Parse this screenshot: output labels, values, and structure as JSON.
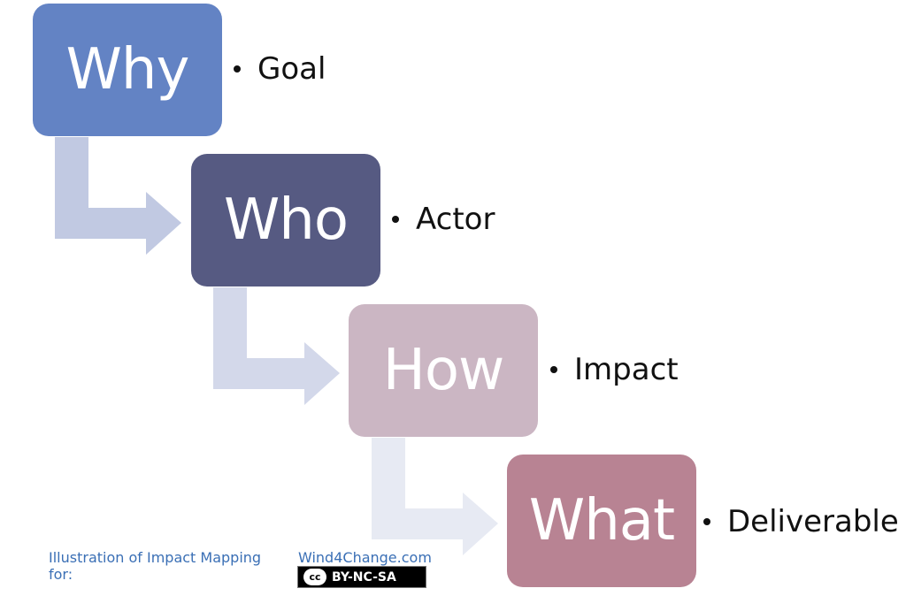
{
  "steps": [
    {
      "label": "Why",
      "bullet": "Goal",
      "color": "#6383c4"
    },
    {
      "label": "Who",
      "bullet": "Actor",
      "color": "#565a82"
    },
    {
      "label": "How",
      "bullet": "Impact",
      "color": "#cbb6c3"
    },
    {
      "label": "What",
      "bullet": "Deliverable",
      "color": "#b88393"
    }
  ],
  "arrow_colors": [
    "#c1c9e2",
    "#d3d8ea",
    "#e7eaf3"
  ],
  "footer": {
    "caption_line1": "Illustration of Impact Mapping",
    "caption_line2": "for:",
    "site": "Wind4Change.com",
    "license_cc": "cc",
    "license_text": "BY-NC-SA"
  }
}
